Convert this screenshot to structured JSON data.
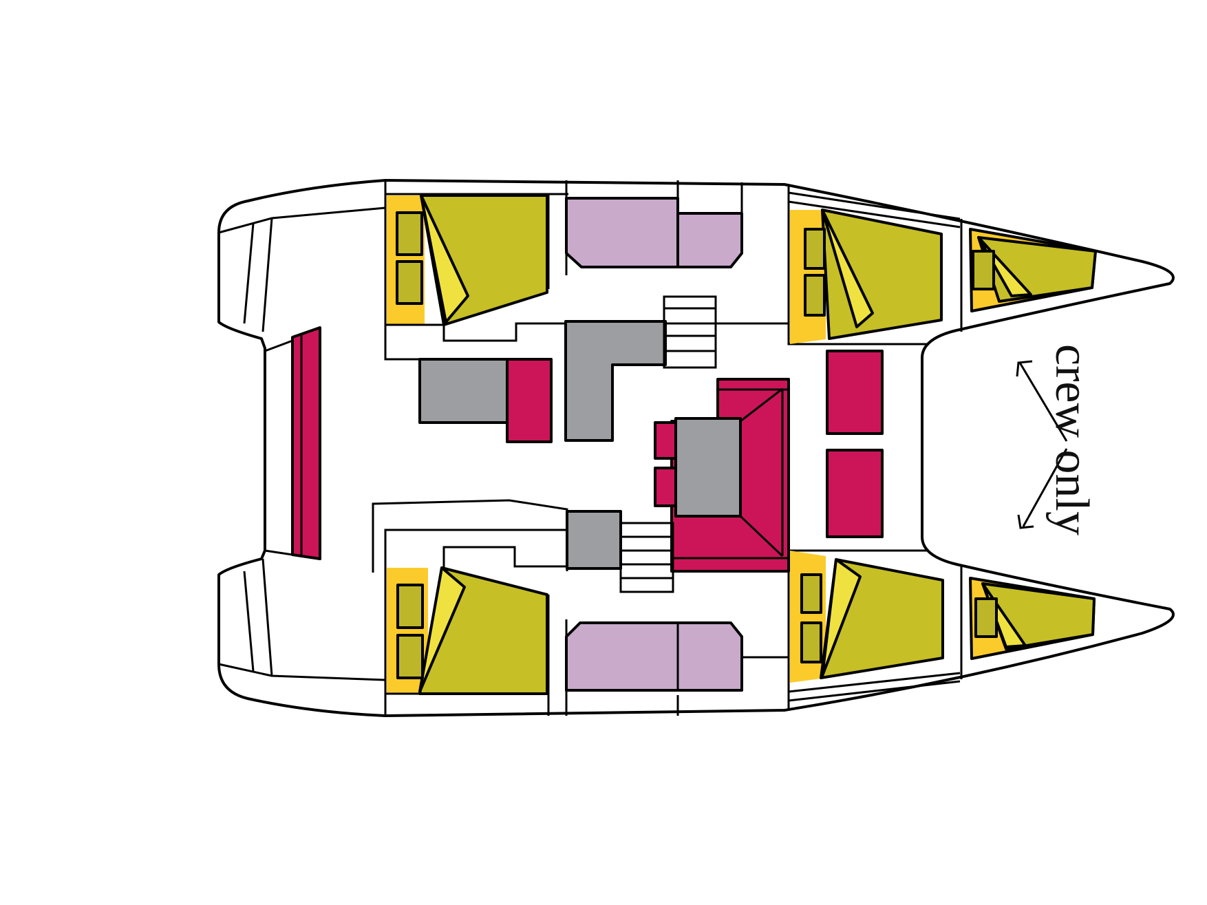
{
  "diagram": {
    "type": "catamaran-layout-plan",
    "annotation": {
      "text": "crew only",
      "orientation": "rotated-90deg",
      "arrows": [
        "arrow-to-port-bow-cabin",
        "arrow-to-starboard-bow-cabin"
      ]
    },
    "legend_colors": {
      "hull_outline": "#000000",
      "background": "#ffffff",
      "cabin_floor": "#fbcb2b",
      "bed": "#c6bf26",
      "bed_sheet_fold": "#efe240",
      "pillow": "#bdb628",
      "head_bathroom": "#c9aacb",
      "seating_cushion": "#cc1559",
      "galley_table_counter": "#9d9ea1"
    },
    "spaces": {
      "aft_cockpit": {
        "bench": "seating_cushion"
      },
      "aft_cabins": [
        {
          "name": "aft-port-cabin",
          "beds": 1,
          "pillows": 2
        },
        {
          "name": "aft-starboard-cabin",
          "beds": 1,
          "pillows": 2
        }
      ],
      "forward_cabins": [
        {
          "name": "forward-port-cabin",
          "beds": 1,
          "pillows": 2
        },
        {
          "name": "forward-starboard-cabin",
          "beds": 1,
          "pillows": 2
        }
      ],
      "crew_cabins": [
        {
          "name": "port-bow-crew-cabin",
          "beds": 1,
          "pillows": 1
        },
        {
          "name": "starboard-bow-crew-cabin",
          "beds": 1,
          "pillows": 1
        }
      ],
      "heads": [
        "port-head",
        "starboard-head"
      ],
      "saloon": {
        "dinette": "seating_cushion",
        "table": "galley_table_counter"
      },
      "forward_cockpit": {
        "cushions": 2
      },
      "galley": {
        "counters": 2
      },
      "stairs": [
        "port-companionway",
        "starboard-companionway"
      ]
    }
  }
}
